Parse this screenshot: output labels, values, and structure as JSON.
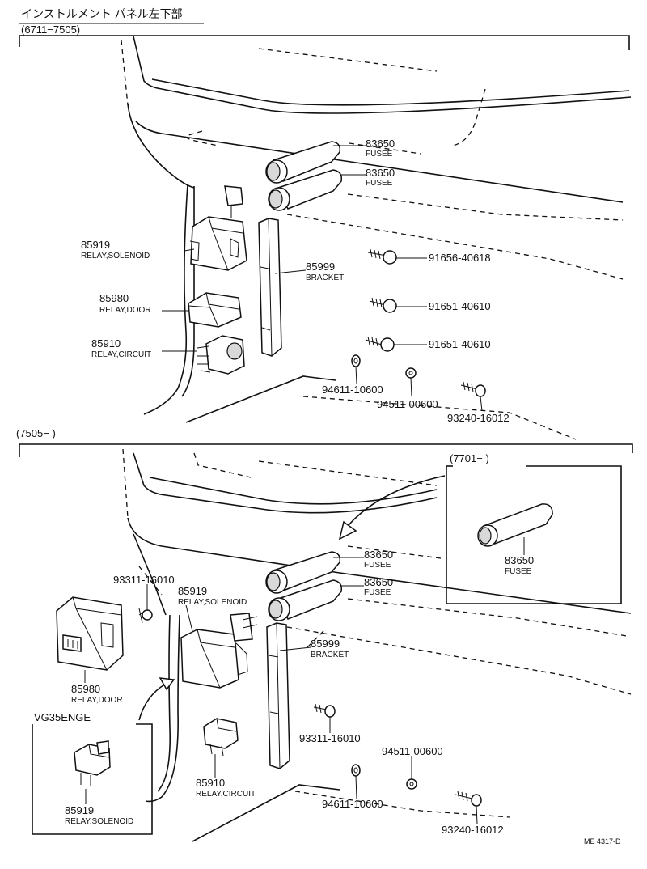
{
  "title": "インストルメント パネル左下部",
  "sections": [
    {
      "range": "(6711−7505)",
      "parts": [
        {
          "number": "83650",
          "name": "FUSEE"
        },
        {
          "number": "83650",
          "name": "FUSEE"
        },
        {
          "number": "85919",
          "name": "RELAY,SOLENOID"
        },
        {
          "number": "85999",
          "name": "BRACKET"
        },
        {
          "number": "91656-40618",
          "name": ""
        },
        {
          "number": "85980",
          "name": "RELAY,DOOR"
        },
        {
          "number": "91651-40610",
          "name": ""
        },
        {
          "number": "85910",
          "name": "RELAY,CIRCUIT"
        },
        {
          "number": "91651-40610",
          "name": ""
        },
        {
          "number": "94611-10600",
          "name": ""
        },
        {
          "number": "94511-00600",
          "name": ""
        },
        {
          "number": "93240-16012",
          "name": ""
        }
      ]
    },
    {
      "range": "(7505−          )",
      "parts": [
        {
          "number": "83650",
          "name": "FUSEE"
        },
        {
          "number": "83650",
          "name": "FUSEE"
        },
        {
          "number": "93311-16010",
          "name": ""
        },
        {
          "number": "85919",
          "name": "RELAY,SOLENOID"
        },
        {
          "number": "85999",
          "name": "BRACKET"
        },
        {
          "number": "85980",
          "name": "RELAY,DOOR"
        },
        {
          "number": "93311-16010",
          "name": ""
        },
        {
          "number": "94511-00600",
          "name": ""
        },
        {
          "number": "85910",
          "name": "RELAY,CIRCUIT"
        },
        {
          "number": "94611-10600",
          "name": ""
        },
        {
          "number": "93240-16012",
          "name": ""
        }
      ],
      "inset": {
        "range": "(7701−          )",
        "parts": [
          {
            "number": "83650",
            "name": "FUSEE"
          }
        ]
      },
      "variant": {
        "label": "VG35ENGE",
        "parts": [
          {
            "number": "85919",
            "name": "RELAY,SOLENOID"
          }
        ]
      }
    }
  ],
  "drawing_code": "ME 4317-D"
}
